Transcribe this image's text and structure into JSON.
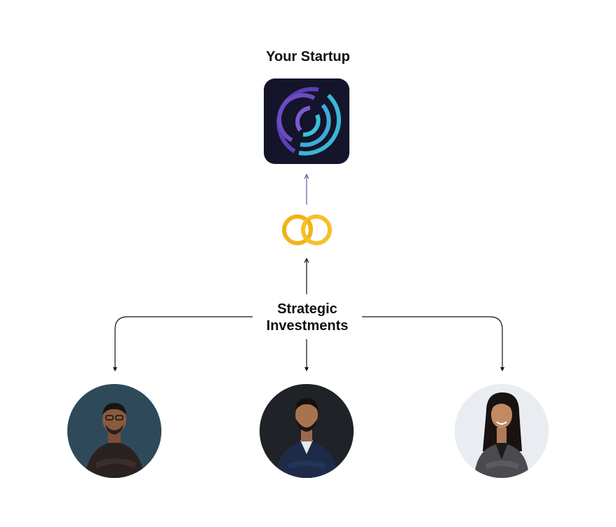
{
  "diagram": {
    "top_label": "Your Startup",
    "middle_label_line1": "Strategic",
    "middle_label_line2": "Investments"
  },
  "colors": {
    "logo_bg": "#14142b",
    "logo_purple": "#5b3fb5",
    "logo_teal": "#3bb6d6",
    "rings_gold": "#f2b318",
    "connector": "#111111",
    "arrow_top": "#5b5fa0"
  },
  "icons": {
    "startup_logo": "concentric-arcs-logo",
    "connector_icon": "interlocking-rings-icon"
  }
}
